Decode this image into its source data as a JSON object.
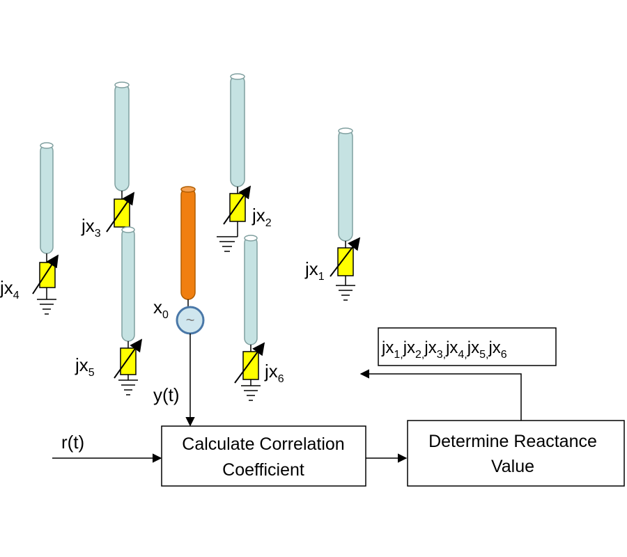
{
  "colors": {
    "parasitic_element": "#c5e2e2",
    "parasitic_element_edge": "#7f9f9f",
    "active_element": "#f07f10",
    "active_element_edge": "#b05d00",
    "reactance": "#ffff00",
    "line": "#000000",
    "background": "#ffffff"
  },
  "icons": {
    "source": "ac-source-icon",
    "reactance": "variable-reactance-icon",
    "ground": "ground-icon"
  },
  "labels": {
    "jx1": {
      "main": "jx",
      "sub": "1"
    },
    "jx2": {
      "main": "jx",
      "sub": "2"
    },
    "jx3": {
      "main": "jx",
      "sub": "3"
    },
    "jx4": {
      "main": "jx",
      "sub": "4"
    },
    "jx5": {
      "main": "jx",
      "sub": "5"
    },
    "jx6": {
      "main": "jx",
      "sub": "6"
    },
    "x0": {
      "main": "x",
      "sub": "0"
    },
    "source_symbol": "~",
    "y_t": "y(t)",
    "r_t": "r(t)"
  },
  "boxes": {
    "correlation": {
      "line1": "Calculate Correlation",
      "line2": "Coefficient"
    },
    "reactance": {
      "line1": "Determine Reactance",
      "line2": "Value"
    },
    "output": [
      {
        "main": "jx",
        "sub": "1",
        "sep": ","
      },
      {
        "main": "jx",
        "sub": "2",
        "sep": ","
      },
      {
        "main": "jx",
        "sub": "3",
        "sep": ","
      },
      {
        "main": "jx",
        "sub": "4",
        "sep": ","
      },
      {
        "main": "jx",
        "sub": "5",
        "sep": ","
      },
      {
        "main": "jx",
        "sub": "6",
        "sep": ""
      }
    ]
  }
}
